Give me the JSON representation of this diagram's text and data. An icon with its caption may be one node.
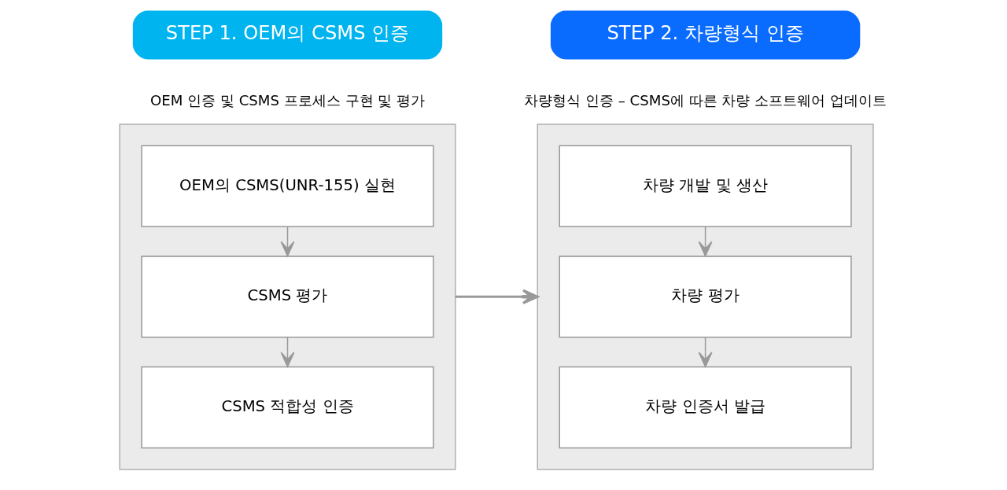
{
  "diagram": {
    "nodes": [
      {
        "text": [
          "STEP 1. OEM의 CSMS 인증"
        ],
        "beside": [
          "OEM 인증 및 CSMS 프로세스 구현 및 평가"
        ]
      },
      {
        "text": [],
        "shape": "box"
      },
      {
        "text": [
          "OEM의 CSMS(UNR-155) 실현"
        ],
        "in": 1
      },
      {
        "text": [
          "CSMS 평가"
        ],
        "in": 1
      },
      {
        "text": [
          "CSMS 적합성 인증"
        ],
        "in": 1
      },
      {
        "text": [
          "STEP 2. 차량형식 인증"
        ],
        "beside": [
          "차량형식 인증 – CSMS에 따른 차량 소프트웨어 업데이트"
        ]
      },
      {
        "text": [],
        "shape": "box"
      },
      {
        "text": [
          "차량 개발 및 생산"
        ],
        "in": 6
      },
      {
        "text": [
          "차량 평가"
        ],
        "in": 6
      },
      {
        "text": [
          "차량 인증서 발급"
        ],
        "in": 6
      }
    ],
    "edges": [
      {
        "from": 2,
        "to": 3,
        "arrow": "to"
      },
      {
        "from": 3,
        "to": 4,
        "arrow": "to"
      },
      {
        "from": 1,
        "to": 6,
        "arrow": "to"
      },
      {
        "from": 7,
        "to": 8,
        "arrow": "to"
      },
      {
        "from": 8,
        "to": 9,
        "arrow": "to"
      }
    ]
  }
}
